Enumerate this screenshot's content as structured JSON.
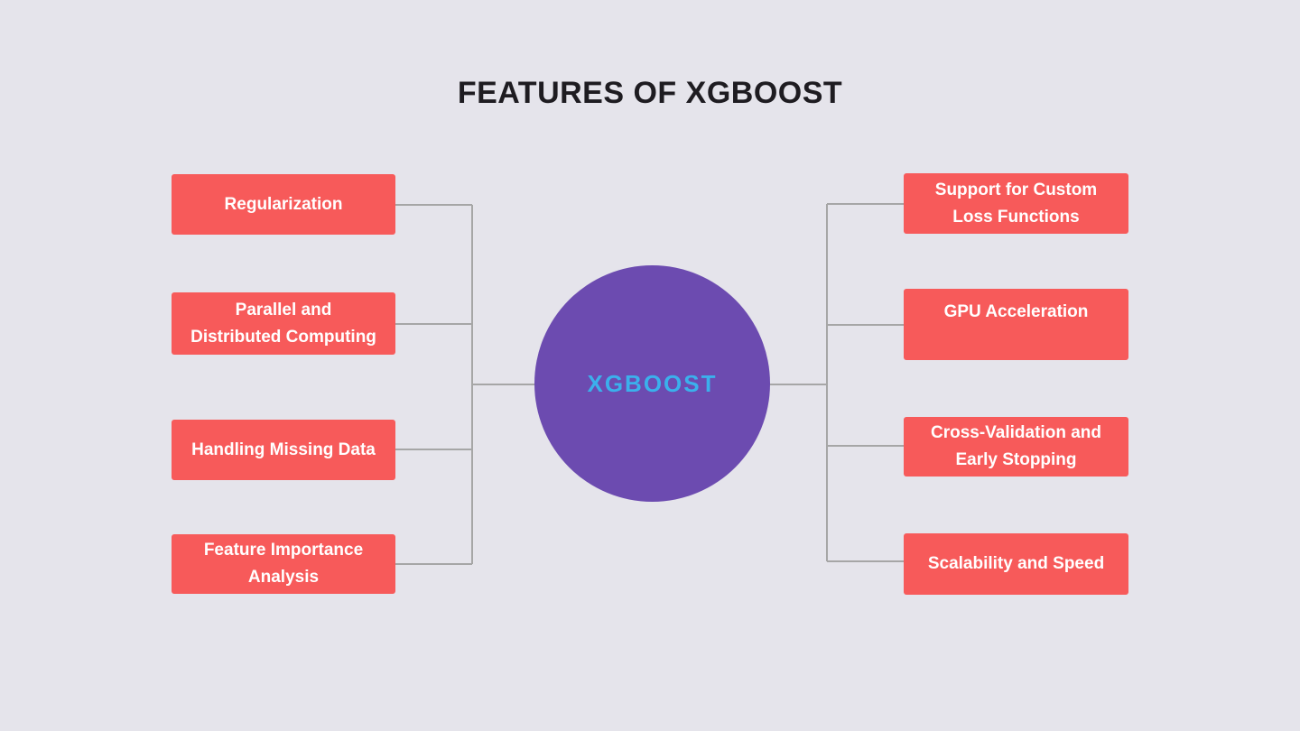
{
  "title": "FEATURES OF XGBOOST",
  "center": {
    "label": "XGBOOST"
  },
  "left_features": [
    {
      "label": "Regularization"
    },
    {
      "label": "Parallel and\nDistributed Computing"
    },
    {
      "label": "Handling Missing Data"
    },
    {
      "label": "Feature Importance\nAnalysis"
    }
  ],
  "right_features": [
    {
      "label": "Support for Custom\nLoss Functions"
    },
    {
      "label": "GPU Acceleration"
    },
    {
      "label": "Cross-Validation and\nEarly Stopping"
    },
    {
      "label": "Scalability and Speed"
    }
  ],
  "colors": {
    "background": "#e5e4eb",
    "accent_red": "#f75a5a",
    "circle_purple": "#6c4bb0",
    "center_text_blue": "#3bb0ec",
    "connector_gray": "#a6a6a6",
    "title_color": "#1e1c21",
    "box_text": "#ffffff"
  }
}
